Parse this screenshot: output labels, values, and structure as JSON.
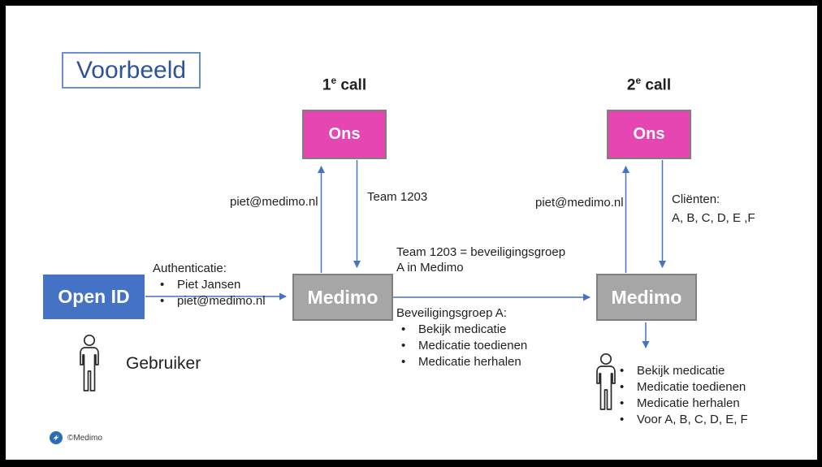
{
  "title": {
    "label": "Voorbeeld",
    "text_color": "#2F5496",
    "border_color": "#4472C4"
  },
  "calls": {
    "first": {
      "number": "1",
      "ordinal": "e",
      "word": " call"
    },
    "second": {
      "number": "2",
      "ordinal": "e",
      "word": " call"
    }
  },
  "nodes": {
    "ons_first": {
      "label": "Ons",
      "fill": "#E546B2"
    },
    "ons_second": {
      "label": "Ons",
      "fill": "#E546B2"
    },
    "medimo_first": {
      "label": "Medimo",
      "fill": "#A6A6A6"
    },
    "medimo_second": {
      "label": "Medimo",
      "fill": "#A6A6A6"
    },
    "open_id": {
      "label": "Open ID",
      "fill": "#4472C4"
    }
  },
  "edges": {
    "call1_request": "piet@medimo.nl",
    "call1_response": "Team 1203",
    "call2_request": "piet@medimo.nl",
    "call2_response": {
      "line1": "Cliënten:",
      "line2": "A, B, C, D, E ,F"
    },
    "authentication": {
      "heading": "Authenticatie:",
      "bullets": [
        "Piet Jansen",
        "piet@medimo.nl"
      ]
    },
    "team_mapping": {
      "line1": "Team 1203 = beveiligingsgroep",
      "line2": "A in Medimo"
    },
    "security_group": {
      "heading": "Beveiligingsgroep A:",
      "bullets": [
        "Bekijk medicatie",
        "Medicatie toedienen",
        "Medicatie herhalen"
      ]
    }
  },
  "user_left": {
    "label": "Gebruiker"
  },
  "user_right": {
    "bullets": [
      "Bekijk medicatie",
      "Medicatie toedienen",
      "Medicatie herhalen",
      "Voor A, B, C, D, E, F"
    ]
  },
  "footer": {
    "copyright": "©Medimo"
  },
  "colors": {
    "arrow": "#4472C4",
    "box_border": "#7F7F7F",
    "text": "#1F1F1F"
  }
}
